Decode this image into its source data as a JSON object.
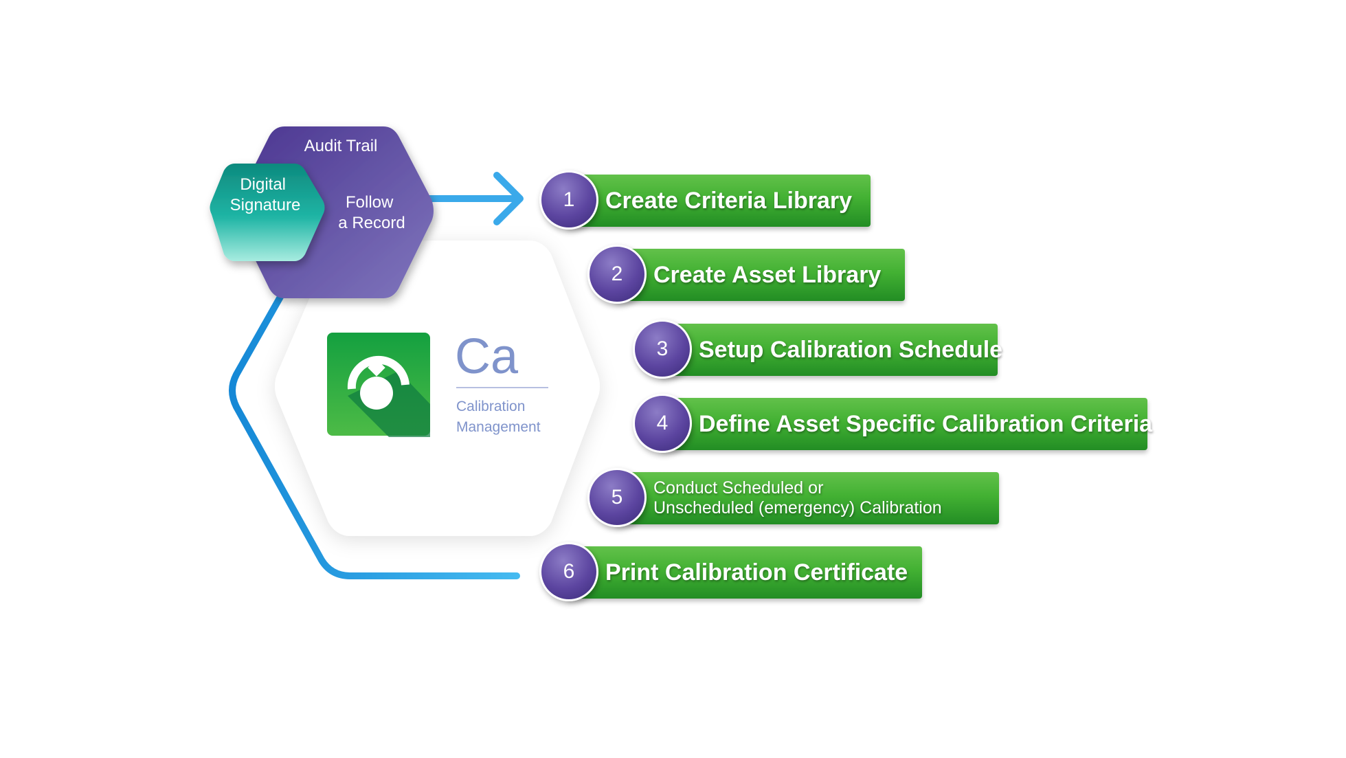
{
  "badges": {
    "audit_trail": "Audit Trail",
    "follow_record": [
      "Follow",
      "a Record"
    ],
    "digital_signature": [
      "Digital",
      "Signature"
    ]
  },
  "app": {
    "symbol": "Ca",
    "name": [
      "Calibration",
      "Management"
    ]
  },
  "steps": [
    {
      "number": "1",
      "label": "Create Criteria Library"
    },
    {
      "number": "2",
      "label": "Create Asset Library"
    },
    {
      "number": "3",
      "label": "Setup Calibration Schedule"
    },
    {
      "number": "4",
      "label": "Define Asset Specific Calibration Criteria"
    },
    {
      "number": "5",
      "label": [
        "Conduct Scheduled or",
        "Unscheduled (emergency) Calibration"
      ]
    },
    {
      "number": "6",
      "label": "Print Calibration Certificate"
    }
  ],
  "colors": {
    "purple": "#5b4a9e",
    "teal": "#17a89b",
    "green": "#3cae36",
    "blue": "#1e9be0",
    "app_text": "#7f93cb"
  }
}
